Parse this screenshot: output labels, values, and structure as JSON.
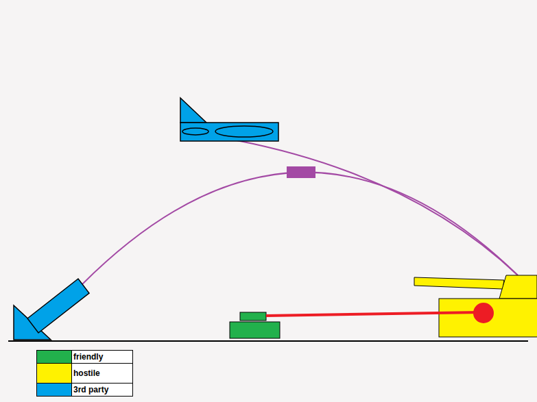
{
  "diagram": {
    "legend": [
      {
        "text": "friendly",
        "color": "#22b14c"
      },
      {
        "text": "hostile",
        "color": "#fff200"
      },
      {
        "text": "3rd party",
        "color": "#00a2e8"
      }
    ]
  }
}
